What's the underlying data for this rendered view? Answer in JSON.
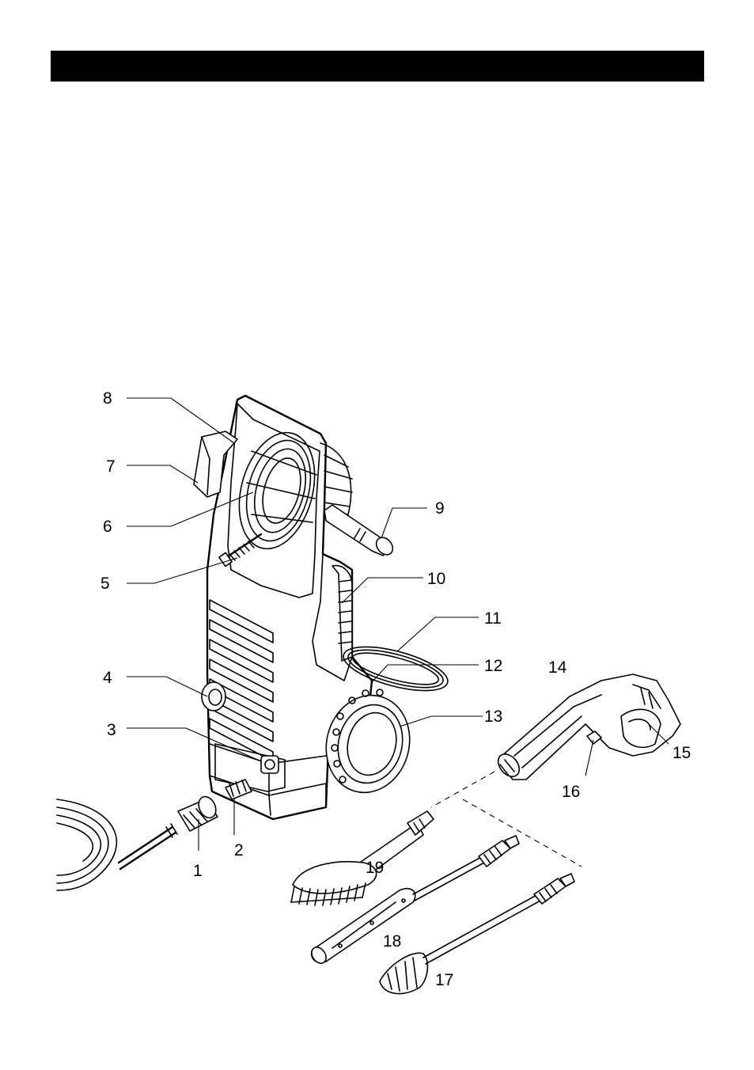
{
  "header": {
    "bar_color": "#000000"
  },
  "diagram": {
    "labels": {
      "l1": "1",
      "l2": "2",
      "l3": "3",
      "l4": "4",
      "l5": "5",
      "l6": "6",
      "l7": "7",
      "l8": "8",
      "l9": "9",
      "l10": "10",
      "l11": "11",
      "l12": "12",
      "l13": "13",
      "l14": "14",
      "l15": "15",
      "l16": "16",
      "l17": "17",
      "l18": "18",
      "l19": "19"
    }
  }
}
